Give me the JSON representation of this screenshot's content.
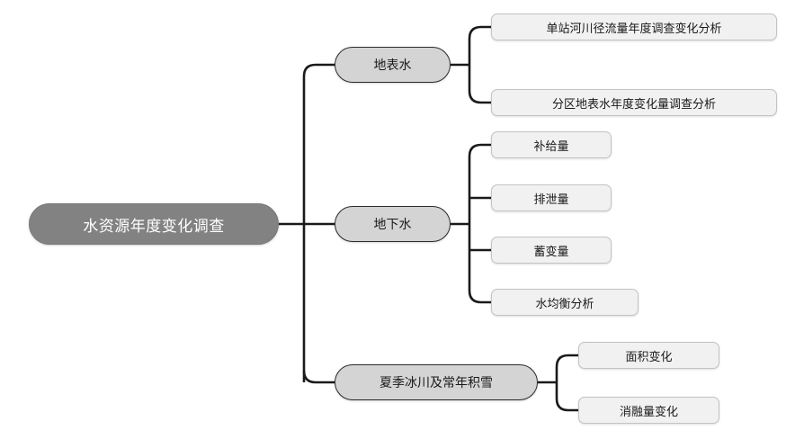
{
  "diagram": {
    "type": "mindmap",
    "title": "水资源年度变化调查",
    "orientation": "left-to-right",
    "colors": {
      "root_fill": "#828282",
      "root_text": "#ffffff",
      "branch_fill": "#d4d4d4",
      "branch_border": "#2b2b2b",
      "leaf_fill": "#f1f1f1",
      "leaf_border": "#c3c3c3",
      "connector": "#1a1a1a",
      "background": "#ffffff"
    },
    "root": {
      "label": "水资源年度变化调查"
    },
    "branches": [
      {
        "label": "地表水",
        "children": [
          {
            "label": "单站河川径流量年度调查变化分析"
          },
          {
            "label": "分区地表水年度变化量调查分析"
          }
        ]
      },
      {
        "label": "地下水",
        "children": [
          {
            "label": "补给量"
          },
          {
            "label": "排泄量"
          },
          {
            "label": "蓄变量"
          },
          {
            "label": "水均衡分析"
          }
        ]
      },
      {
        "label": "夏季冰川及常年积雪",
        "children": [
          {
            "label": "面积变化"
          },
          {
            "label": "消融量变化"
          }
        ]
      }
    ]
  }
}
